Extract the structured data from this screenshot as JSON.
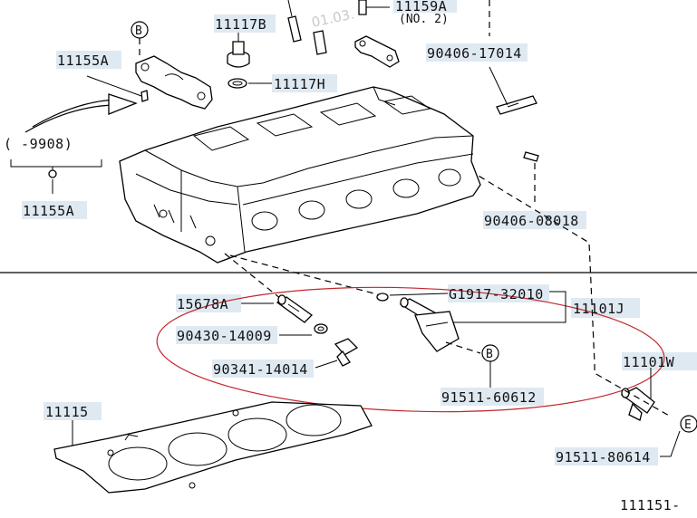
{
  "diagram": {
    "callout_b": "B",
    "callout_e": "E",
    "watermark": "01.03.",
    "footer_code": "111151-",
    "labels": {
      "p11117b": "11117B",
      "p11159a": "11159A",
      "p11159a_note": "(NO. 2)",
      "p11155a_top": "11155A",
      "p11117h": "11117H",
      "p90406_17014": "90406-17014",
      "date_range": "(     -9908)",
      "p11155a_bottom": "11155A",
      "p90406_08018": "90406-08018",
      "p15678a": "15678A",
      "g1917": "G1917-32010",
      "p11101j": "11101J",
      "p90430": "90430-14009",
      "p90341": "90341-14014",
      "p91511_60612": "91511-60612",
      "p11101w": "11101W",
      "p11115": "11115",
      "p91511_80614": "91511-80614"
    }
  },
  "colors": {
    "highlight": "#dfe9f2",
    "ellipse": "#c0272d",
    "ink": "#111111"
  }
}
